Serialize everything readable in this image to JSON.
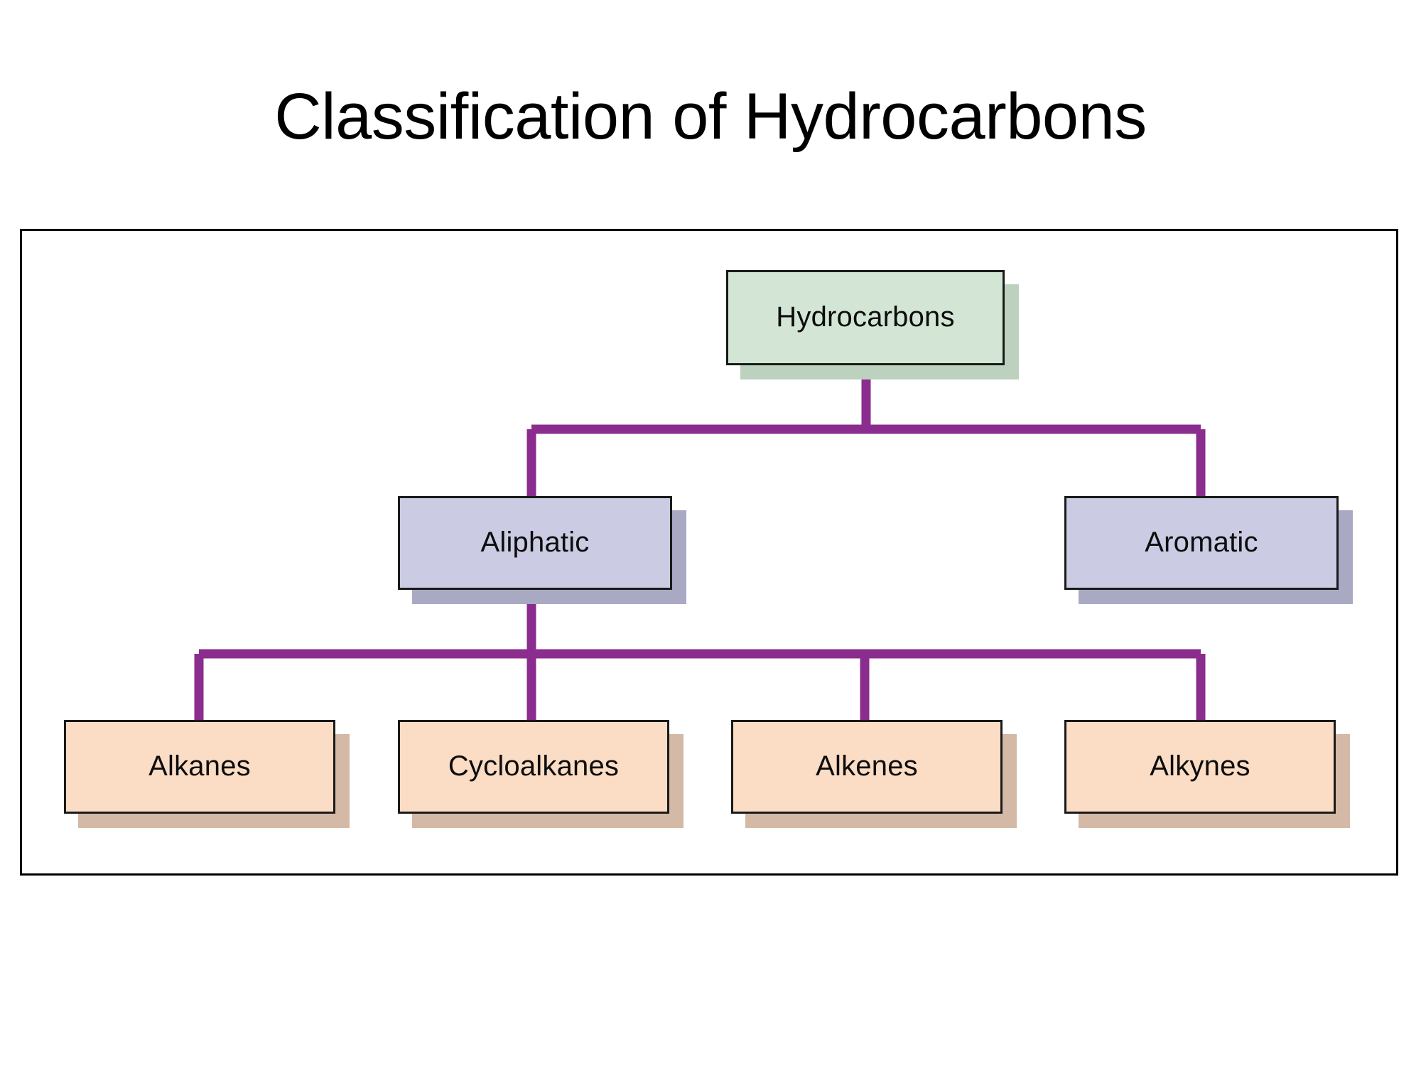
{
  "slide": {
    "title": "Classification of Hydrocarbons",
    "background_color": "#ffffff",
    "frame_border_color": "#000000"
  },
  "palette": {
    "connector_purple": "#8b2d8e",
    "green_fill": "#d3e6d5",
    "green_shadow": "#bcd2be",
    "violet_fill": "#cbcbe3",
    "violet_shadow": "#a9a9c4",
    "peach_fill": "#fbdcc4",
    "peach_shadow": "#d3b9a6",
    "box_border": "#1a1a1a",
    "text_color": "#0d0d0d"
  },
  "diagram": {
    "type": "hierarchy-tree",
    "root": {
      "id": "hydrocarbons",
      "label": "Hydrocarbons",
      "color": "green"
    },
    "level1": [
      {
        "id": "aliphatic",
        "label": "Aliphatic",
        "color": "violet"
      },
      {
        "id": "aromatic",
        "label": "Aromatic",
        "color": "violet"
      }
    ],
    "level2": [
      {
        "id": "alkanes",
        "label": "Alkanes",
        "color": "peach",
        "parent": "aliphatic"
      },
      {
        "id": "cycloalkanes",
        "label": "Cycloalkanes",
        "color": "peach",
        "parent": "aliphatic"
      },
      {
        "id": "alkenes",
        "label": "Alkenes",
        "color": "peach",
        "parent": "aliphatic"
      },
      {
        "id": "alkynes",
        "label": "Alkynes",
        "color": "peach",
        "parent": "aliphatic"
      }
    ],
    "edges": [
      {
        "from": "hydrocarbons",
        "to": "aliphatic"
      },
      {
        "from": "hydrocarbons",
        "to": "aromatic"
      },
      {
        "from": "aliphatic",
        "to": "alkanes"
      },
      {
        "from": "aliphatic",
        "to": "cycloalkanes"
      },
      {
        "from": "aliphatic",
        "to": "alkenes"
      },
      {
        "from": "aliphatic",
        "to": "alkynes"
      }
    ]
  }
}
